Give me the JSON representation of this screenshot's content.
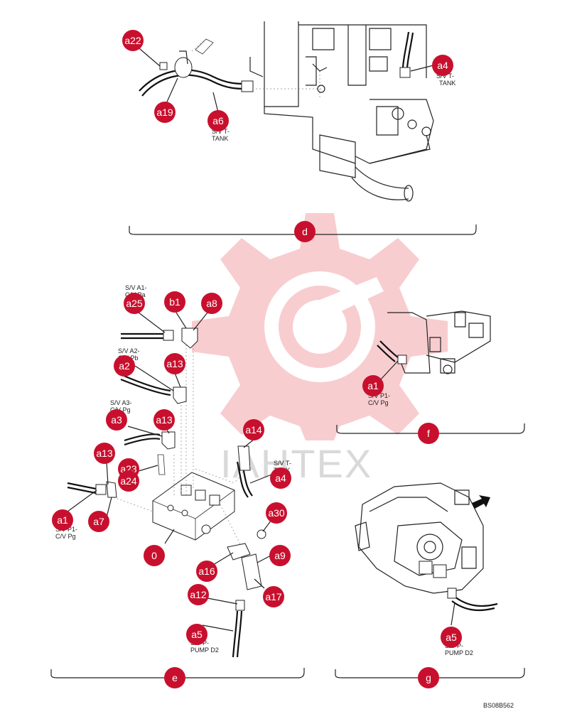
{
  "document_id": "BS08B562",
  "watermark": "IAHTEX",
  "callout_color": "#c8102e",
  "panels": [
    {
      "key": "d",
      "label": "d"
    },
    {
      "key": "e",
      "label": "e"
    },
    {
      "key": "f",
      "label": "f"
    },
    {
      "key": "g",
      "label": "g"
    }
  ],
  "callouts": {
    "d_a22": "a22",
    "d_a19": "a19",
    "d_a6": "a6",
    "d_a4": "a4",
    "e_a25": "a25",
    "e_b1": "b1",
    "e_a8": "a8",
    "e_a2": "a2",
    "e_a13_1": "a13",
    "e_a3": "a3",
    "e_a13_2": "a13",
    "e_a13_3": "a13",
    "e_a23": "a23",
    "e_a24": "a24",
    "e_a1": "a1",
    "e_a7": "a7",
    "e_a14": "a14",
    "e_a4": "a4",
    "e_a30": "a30",
    "e_a9": "a9",
    "e_0": "0",
    "e_a16": "a16",
    "e_a17": "a17",
    "e_a12": "a12",
    "e_a5": "a5",
    "f_a1": "a1",
    "g_a5": "a5"
  },
  "labels": {
    "d_a4_l1": "S/V T-",
    "d_a4_l2": "TANK",
    "d_a6_l1": "S/V T-",
    "d_a6_l2": "TANK",
    "e_a25_l1": "S/V A1-",
    "e_a25_l2": "C/V Pa",
    "e_a2_l1": "S/V A2-",
    "e_a2_l2": "C/V Pb",
    "e_a3_l1": "S/V A3-",
    "e_a3_l2": "C/V Pg",
    "e_a4_l1": "S/V T-",
    "e_a4_l2": "TANK",
    "e_a1_l1": "S/V P1-",
    "e_a1_l2": "C/V Pg",
    "e_a5_l1": "S/V P-",
    "e_a5_l2": "PUMP D2",
    "f_a1_l1": "S/V P1-",
    "f_a1_l2": "C/V Pg",
    "g_a5_l1": "S/V P-",
    "g_a5_l2": "PUMP D2"
  },
  "icons": [
    "direction-arrow-icon",
    "watermark-gear-icon"
  ]
}
